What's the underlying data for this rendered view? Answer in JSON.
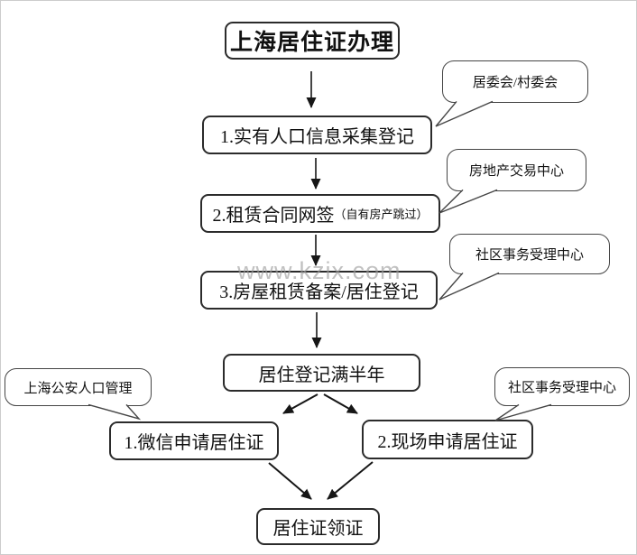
{
  "watermark": "www.kzix.com",
  "flow": {
    "title": "上海居住证办理",
    "step1": "1.实有人口信息采集登记",
    "step2_main": "2.租赁合同网签",
    "step2_note": "（自有房产跳过）",
    "step3": "3.房屋租赁备案/居住登记",
    "half_year": "居住登记满半年",
    "apply_wechat": "1.微信申请居住证",
    "apply_onsite": "2.现场申请居住证",
    "final": "居住证领证"
  },
  "callouts": {
    "committee": "居委会/村委会",
    "real_estate": "房地产交易中心",
    "community_top": "社区事务受理中心",
    "police": "上海公安人口管理",
    "community_bottom": "社区事务受理中心"
  },
  "colors": {
    "stroke": "#2b2b2b",
    "background": "#ffffff",
    "watermark_gray": "#9c9c9c"
  }
}
